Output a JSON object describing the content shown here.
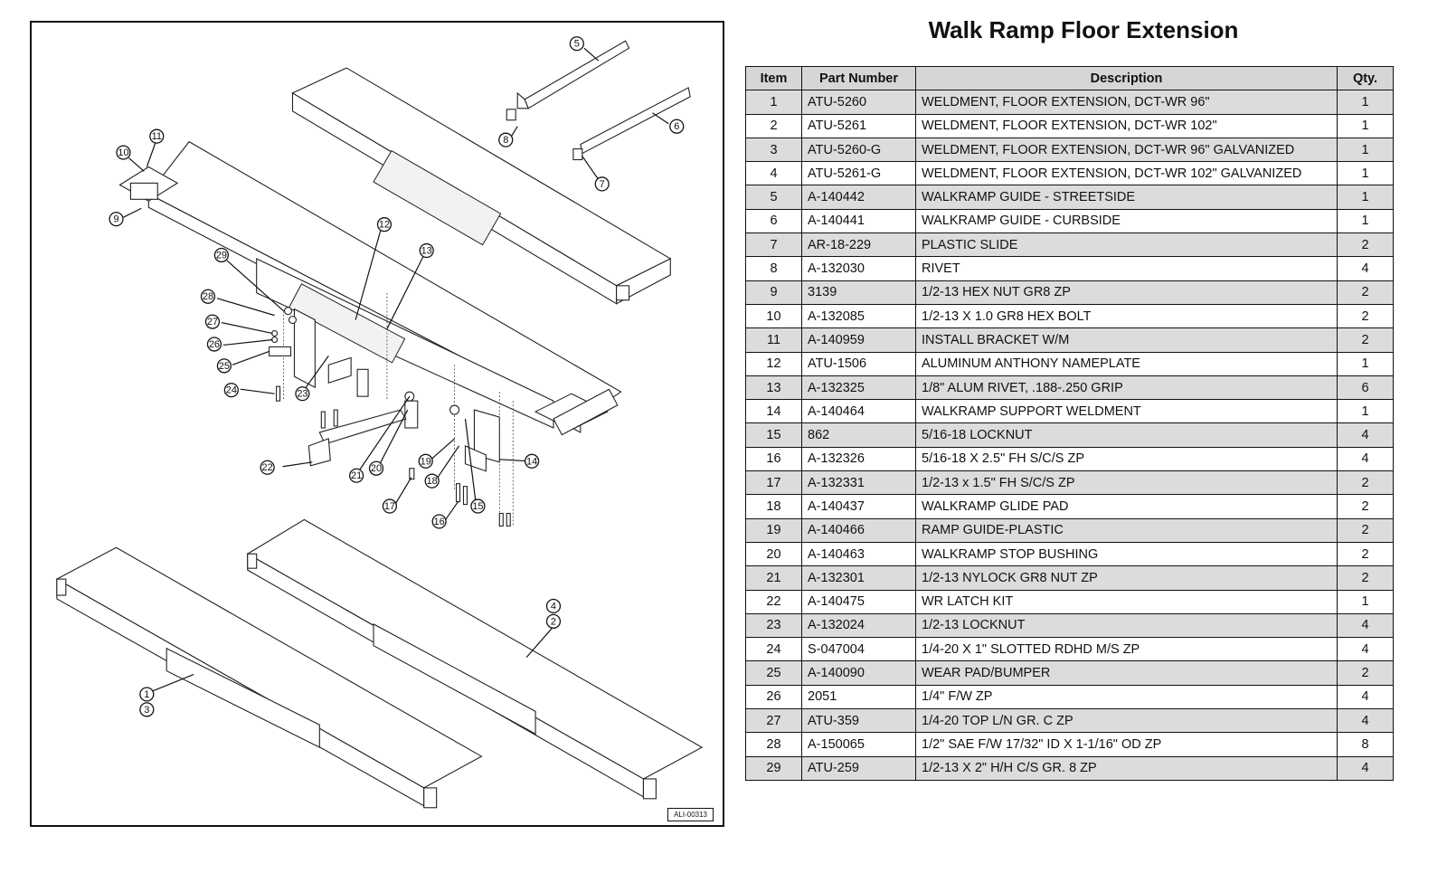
{
  "title": "Walk Ramp Floor Extension",
  "drawing_id": "ALI-00313",
  "table": {
    "headers": {
      "item": "Item",
      "part_number": "Part Number",
      "description": "Description",
      "qty": "Qty."
    },
    "rows": [
      {
        "item": "1",
        "part": "ATU-5260",
        "desc": "WELDMENT, FLOOR EXTENSION, DCT-WR 96\"",
        "qty": "1"
      },
      {
        "item": "2",
        "part": "ATU-5261",
        "desc": "WELDMENT, FLOOR EXTENSION, DCT-WR 102\"",
        "qty": "1"
      },
      {
        "item": "3",
        "part": "ATU-5260-G",
        "desc": "WELDMENT, FLOOR EXTENSION, DCT-WR 96\" GALVANIZED",
        "qty": "1"
      },
      {
        "item": "4",
        "part": "ATU-5261-G",
        "desc": "WELDMENT, FLOOR EXTENSION, DCT-WR 102\" GALVANIZED",
        "qty": "1"
      },
      {
        "item": "5",
        "part": "A-140442",
        "desc": "WALKRAMP GUIDE - STREETSIDE",
        "qty": "1"
      },
      {
        "item": "6",
        "part": "A-140441",
        "desc": "WALKRAMP GUIDE - CURBSIDE",
        "qty": "1"
      },
      {
        "item": "7",
        "part": "AR-18-229",
        "desc": "PLASTIC SLIDE",
        "qty": "2"
      },
      {
        "item": "8",
        "part": "A-132030",
        "desc": "RIVET",
        "qty": "4"
      },
      {
        "item": "9",
        "part": "3139",
        "desc": "1/2-13 HEX NUT GR8 ZP",
        "qty": "2"
      },
      {
        "item": "10",
        "part": "A-132085",
        "desc": "1/2-13 X 1.0 GR8 HEX BOLT",
        "qty": "2"
      },
      {
        "item": "11",
        "part": "A-140959",
        "desc": "INSTALL BRACKET W/M",
        "qty": "2"
      },
      {
        "item": "12",
        "part": "ATU-1506",
        "desc": "ALUMINUM ANTHONY NAMEPLATE",
        "qty": "1"
      },
      {
        "item": "13",
        "part": "A-132325",
        "desc": "1/8\" ALUM RIVET, .188-.250 GRIP",
        "qty": "6"
      },
      {
        "item": "14",
        "part": "A-140464",
        "desc": "WALKRAMP SUPPORT WELDMENT",
        "qty": "1"
      },
      {
        "item": "15",
        "part": "862",
        "desc": "5/16-18 LOCKNUT",
        "qty": "4"
      },
      {
        "item": "16",
        "part": "A-132326",
        "desc": "5/16-18 X 2.5\" FH S/C/S ZP",
        "qty": "4"
      },
      {
        "item": "17",
        "part": "A-132331",
        "desc": "1/2-13 x 1.5\" FH S/C/S ZP",
        "qty": "2"
      },
      {
        "item": "18",
        "part": "A-140437",
        "desc": "WALKRAMP GLIDE PAD",
        "qty": "2"
      },
      {
        "item": "19",
        "part": "A-140466",
        "desc": "RAMP GUIDE-PLASTIC",
        "qty": "2"
      },
      {
        "item": "20",
        "part": "A-140463",
        "desc": "WALKRAMP STOP BUSHING",
        "qty": "2"
      },
      {
        "item": "21",
        "part": "A-132301",
        "desc": "1/2-13 NYLOCK GR8 NUT ZP",
        "qty": "2"
      },
      {
        "item": "22",
        "part": "A-140475",
        "desc": "WR LATCH KIT",
        "qty": "1"
      },
      {
        "item": "23",
        "part": "A-132024",
        "desc": "1/2-13 LOCKNUT",
        "qty": "4"
      },
      {
        "item": "24",
        "part": "S-047004",
        "desc": "1/4-20 X 1\" SLOTTED RDHD M/S ZP",
        "qty": "4"
      },
      {
        "item": "25",
        "part": "A-140090",
        "desc": "WEAR PAD/BUMPER",
        "qty": "2"
      },
      {
        "item": "26",
        "part": "2051",
        "desc": "1/4\" F/W ZP",
        "qty": "4"
      },
      {
        "item": "27",
        "part": "ATU-359",
        "desc": "1/4-20 TOP L/N GR. C ZP",
        "qty": "4"
      },
      {
        "item": "28",
        "part": "A-150065",
        "desc": "1/2\" SAE F/W 17/32\" ID X 1-1/16\" OD ZP",
        "qty": "8"
      },
      {
        "item": "29",
        "part": "ATU-259",
        "desc": "1/2-13 X 2\" H/H C/S GR. 8 ZP",
        "qty": "4"
      }
    ]
  },
  "callouts": [
    {
      "label": "5"
    },
    {
      "label": "6"
    },
    {
      "label": "7"
    },
    {
      "label": "8"
    },
    {
      "label": "10"
    },
    {
      "label": "11"
    },
    {
      "label": "9"
    },
    {
      "label": "12"
    },
    {
      "label": "13"
    },
    {
      "label": "29"
    },
    {
      "label": "28"
    },
    {
      "label": "27"
    },
    {
      "label": "26"
    },
    {
      "label": "25"
    },
    {
      "label": "24"
    },
    {
      "label": "23"
    },
    {
      "label": "22"
    },
    {
      "label": "21"
    },
    {
      "label": "20"
    },
    {
      "label": "19"
    },
    {
      "label": "18"
    },
    {
      "label": "17"
    },
    {
      "label": "16"
    },
    {
      "label": "15"
    },
    {
      "label": "14"
    },
    {
      "label": "4"
    },
    {
      "label": "2"
    },
    {
      "label": "1"
    },
    {
      "label": "3"
    }
  ]
}
